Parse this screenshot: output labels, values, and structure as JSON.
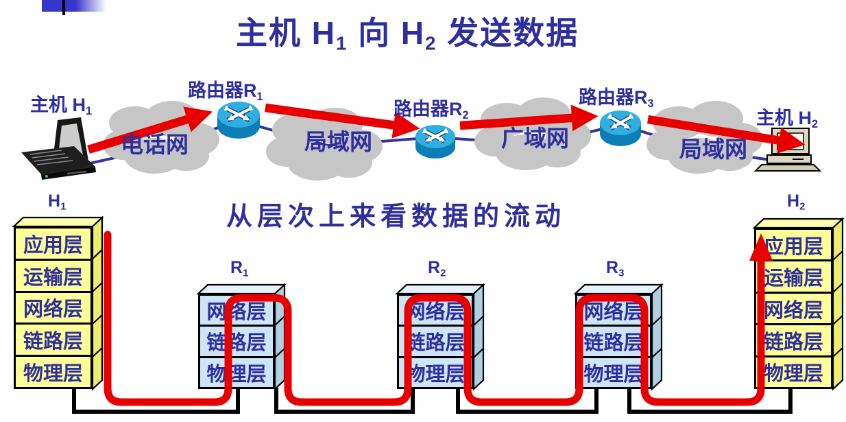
{
  "slide": {
    "title": {
      "part1": "主机 H",
      "sub1": "1",
      "part2": " 向 H",
      "sub2": "2",
      "part3": " 发送数据"
    },
    "subtitle": "从层次上来看数据的流动"
  },
  "network": {
    "host1_label": {
      "text": "主机 H",
      "sub": "1"
    },
    "host2_label": {
      "text": "主机 H",
      "sub": "2"
    },
    "router_labels": [
      {
        "text": "路由器R",
        "sub": "1"
      },
      {
        "text": "路由器R",
        "sub": "2"
      },
      {
        "text": "路由器R",
        "sub": "3"
      }
    ],
    "cloud_labels": [
      "电话网",
      "局域网",
      "广域网",
      "局域网"
    ]
  },
  "stacks": {
    "h1": {
      "label": {
        "text": "H",
        "sub": "1"
      },
      "layers": [
        "应用层",
        "运输层",
        "网络层",
        "链路层",
        "物理层"
      ]
    },
    "r1": {
      "label": {
        "text": "R",
        "sub": "1"
      },
      "layers": [
        "网络层",
        "链路层",
        "物理层"
      ]
    },
    "r2": {
      "label": {
        "text": "R",
        "sub": "2"
      },
      "layers": [
        "网络层",
        "链路层",
        "物理层"
      ]
    },
    "r3": {
      "label": {
        "text": "R",
        "sub": "3"
      },
      "layers": [
        "网络层",
        "链路层",
        "物理层"
      ]
    },
    "h2": {
      "label": {
        "text": "H",
        "sub": "2"
      },
      "layers": [
        "应用层",
        "运输层",
        "网络层",
        "链路层",
        "物理层"
      ]
    }
  },
  "colors": {
    "text_blue": "#2E2E9E",
    "flow_red": "#E80000",
    "link_blue": "#333399",
    "cloud_gray": "#C6C6C6",
    "host_stack_yellow": "#FFFF99",
    "router_stack_blue": "#CDE6F7",
    "router_icon_cyan": "#1BA6DC"
  }
}
